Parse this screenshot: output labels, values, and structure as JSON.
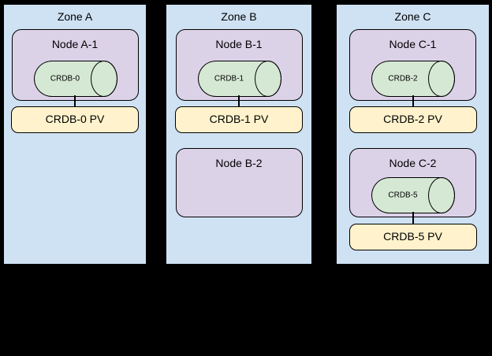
{
  "diagram": {
    "background_color": "#000000",
    "colors": {
      "zone_fill": "#cfe2f3",
      "node_fill": "#dcd2e8",
      "cylinder_fill": "#d5e8d4",
      "pv_fill": "#fff2cc",
      "border": "#000000"
    },
    "zones": [
      {
        "label": "Zone A",
        "nodes": [
          {
            "label": "Node A-1",
            "cylinder": "CRDB-0",
            "pv": "CRDB-0 PV"
          }
        ]
      },
      {
        "label": "Zone B",
        "nodes": [
          {
            "label": "Node B-1",
            "cylinder": "CRDB-1",
            "pv": "CRDB-1 PV"
          },
          {
            "label": "Node B-2"
          }
        ]
      },
      {
        "label": "Zone C",
        "nodes": [
          {
            "label": "Node C-1",
            "cylinder": "CRDB-2",
            "pv": "CRDB-2 PV"
          },
          {
            "label": "Node C-2",
            "cylinder": "CRDB-5",
            "pv": "CRDB-5 PV"
          }
        ]
      }
    ]
  }
}
